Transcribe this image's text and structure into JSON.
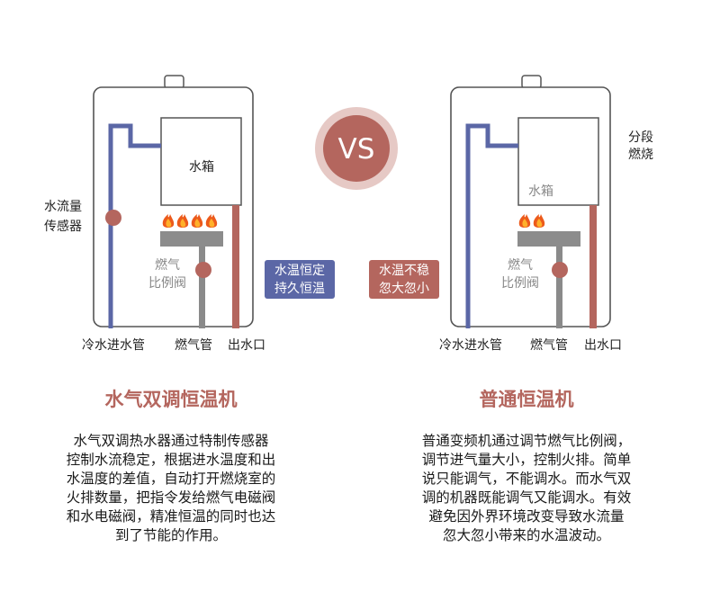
{
  "vs_label": "VS",
  "left": {
    "tank_label": "水箱",
    "sensor_label_line1": "水流量",
    "sensor_label_line2": "传感器",
    "valve_label_line1": "燃气",
    "valve_label_line2": "比例阀",
    "badge_line1": "水温恒定",
    "badge_line2": "持久恒温",
    "pipe_cold": "冷水进水管",
    "pipe_gas": "燃气管",
    "pipe_out": "出水口",
    "title": "水气双调恒温机",
    "desc_lines": [
      "水气双调热水器通过特制传感器",
      "控制水流稳定，根据进水温度和出",
      "水温度的差值，自动打开燃烧室的",
      "火排数量，把指令发给燃气电磁阀",
      "和水电磁阀，精准恒温的同时也达",
      "到了节能的作用。"
    ]
  },
  "right": {
    "tank_label": "水箱",
    "stage_label_line1": "分段",
    "stage_label_line2": "燃烧",
    "valve_label_line1": "燃气",
    "valve_label_line2": "比例阀",
    "badge_line1": "水温不稳",
    "badge_line2": "忽大忽小",
    "pipe_cold": "冷水进水管",
    "pipe_gas": "燃气管",
    "pipe_out": "出水口",
    "title": "普通恒温机",
    "desc_lines": [
      "普通变频机通过调节燃气比例阀，",
      "调节进气量大小，控制火排。简单",
      "说只能调气，不能调水。而水气双",
      "调的机器既能调气又能调水。有效",
      "避免因外界环境改变导致水流量",
      "忽大忽小带来的水温波动。"
    ]
  },
  "colors": {
    "blue_pipe": "#5b67a6",
    "red_pipe": "#b4665e",
    "gas_pipe": "#8a8a8a",
    "burner": "#8c8c8c",
    "outline": "#555555",
    "vs_circle": "#b4665e",
    "vs_ring": "#e6c9c5"
  }
}
